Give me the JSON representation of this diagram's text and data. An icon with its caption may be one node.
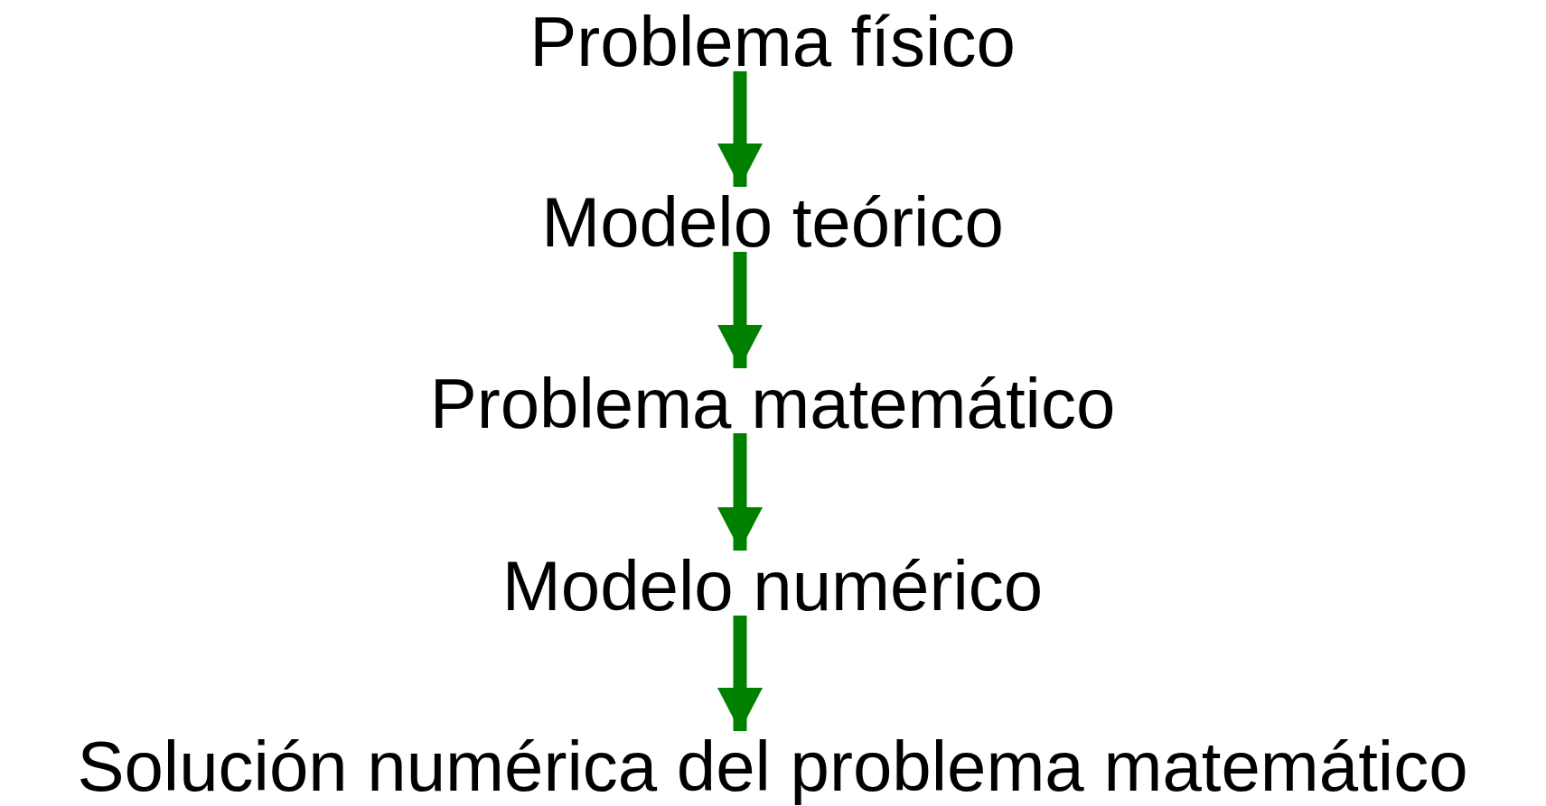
{
  "diagram": {
    "nodes": [
      {
        "text": [
          "Problema físico"
        ]
      },
      {
        "text": [
          "Modelo teórico"
        ]
      },
      {
        "text": [
          "Problema matemático"
        ]
      },
      {
        "text": [
          "Modelo numérico"
        ]
      },
      {
        "text": [
          "Solución numérica del problema matemático"
        ]
      }
    ],
    "edges": [
      {
        "from": 0,
        "to": 1,
        "arrow": "to"
      },
      {
        "from": 1,
        "to": 2,
        "arrow": "to"
      },
      {
        "from": 2,
        "to": 3,
        "arrow": "to"
      },
      {
        "from": 3,
        "to": 4,
        "arrow": "to"
      }
    ]
  }
}
